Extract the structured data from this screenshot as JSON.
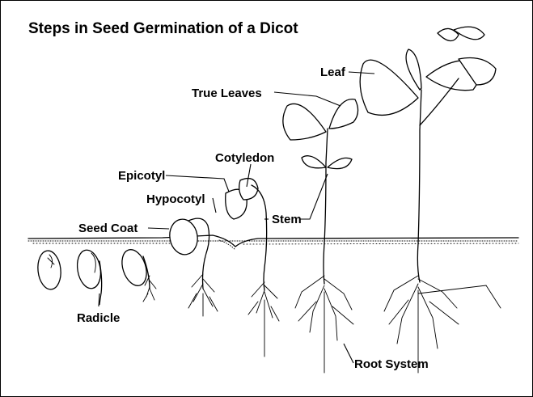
{
  "title": "Steps in Seed Germination of a Dicot",
  "labels": {
    "leaf": "Leaf",
    "true_leaves": "True Leaves",
    "cotyledon": "Cotyledon",
    "epicotyl": "Epicotyl",
    "hypocotyl": "Hypocotyl",
    "seed_coat": "Seed Coat",
    "stem": "Stem",
    "radicle": "Radicle",
    "root_system": "Root System"
  }
}
